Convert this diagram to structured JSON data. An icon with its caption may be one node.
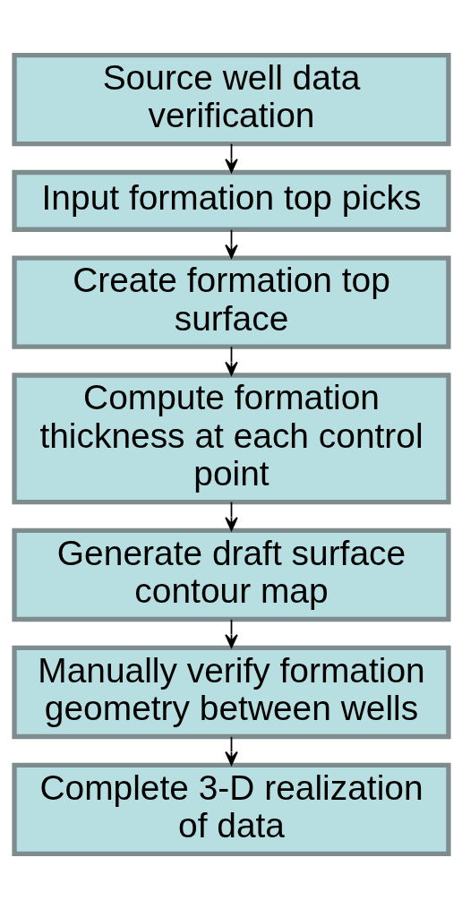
{
  "diagram": {
    "nodes": [
      {
        "text": [
          "Source well data verification"
        ]
      },
      {
        "text": [
          "Input formation top picks"
        ]
      },
      {
        "text": [
          "Create formation top surface"
        ]
      },
      {
        "text": [
          "Compute formation thickness at each control point"
        ]
      },
      {
        "text": [
          "Generate draft surface contour map"
        ]
      },
      {
        "text": [
          "Manually verify formation geometry between wells"
        ]
      },
      {
        "text": [
          "Complete 3-D realization of data"
        ]
      }
    ],
    "edges": [
      {
        "from": 0,
        "to": 1,
        "arrow": "to"
      },
      {
        "from": 1,
        "to": 2,
        "arrow": "to"
      },
      {
        "from": 2,
        "to": 3,
        "arrow": "to"
      },
      {
        "from": 3,
        "to": 4,
        "arrow": "to"
      },
      {
        "from": 4,
        "to": 5,
        "arrow": "to"
      },
      {
        "from": 5,
        "to": 6,
        "arrow": "to"
      }
    ]
  }
}
